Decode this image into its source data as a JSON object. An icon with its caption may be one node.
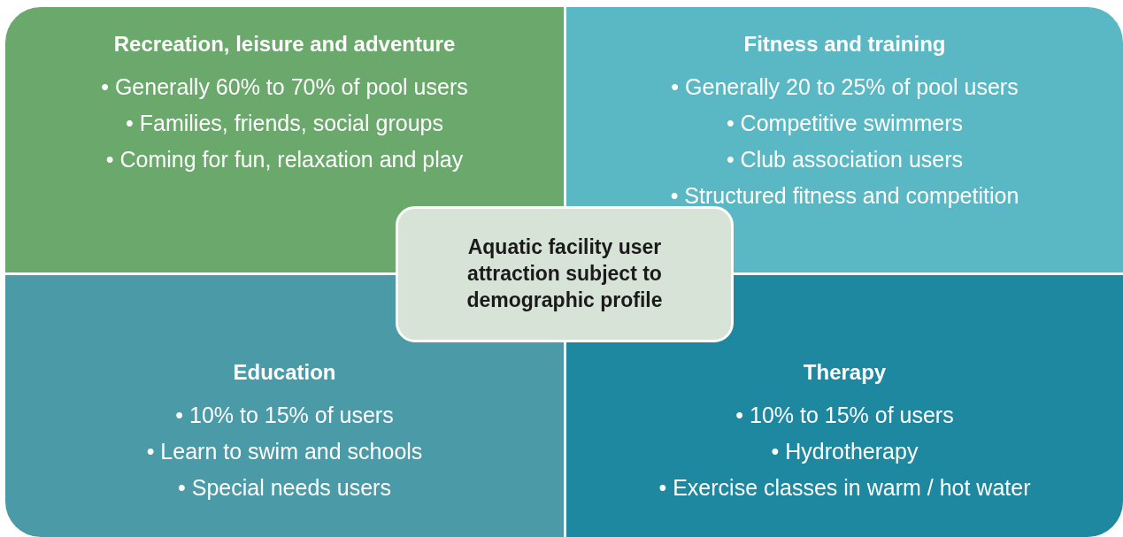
{
  "diagram": {
    "nodes": [
      {
        "text": [
          "Recreation, leisure and adventure",
          "• Generally 60% to 70% of pool users",
          "• Families, friends, social groups",
          "• Coming for fun, relaxation and play"
        ]
      },
      {
        "text": [
          "Fitness and training",
          "• Generally 20 to 25% of pool users",
          "• Competitive swimmers",
          "• Club association users",
          "• Structured fitness and competition"
        ]
      },
      {
        "text": [
          "Aquatic facility user attraction subject to demographic profile"
        ]
      },
      {
        "text": [
          "Education",
          "• 10% to 15% of users",
          "• Learn to swim and schools",
          "• Special needs users"
        ]
      },
      {
        "text": [
          "Therapy",
          "• 10% to 15% of users",
          "• Hydrotherapy",
          "• Exercise classes in warm / hot water"
        ]
      }
    ]
  }
}
